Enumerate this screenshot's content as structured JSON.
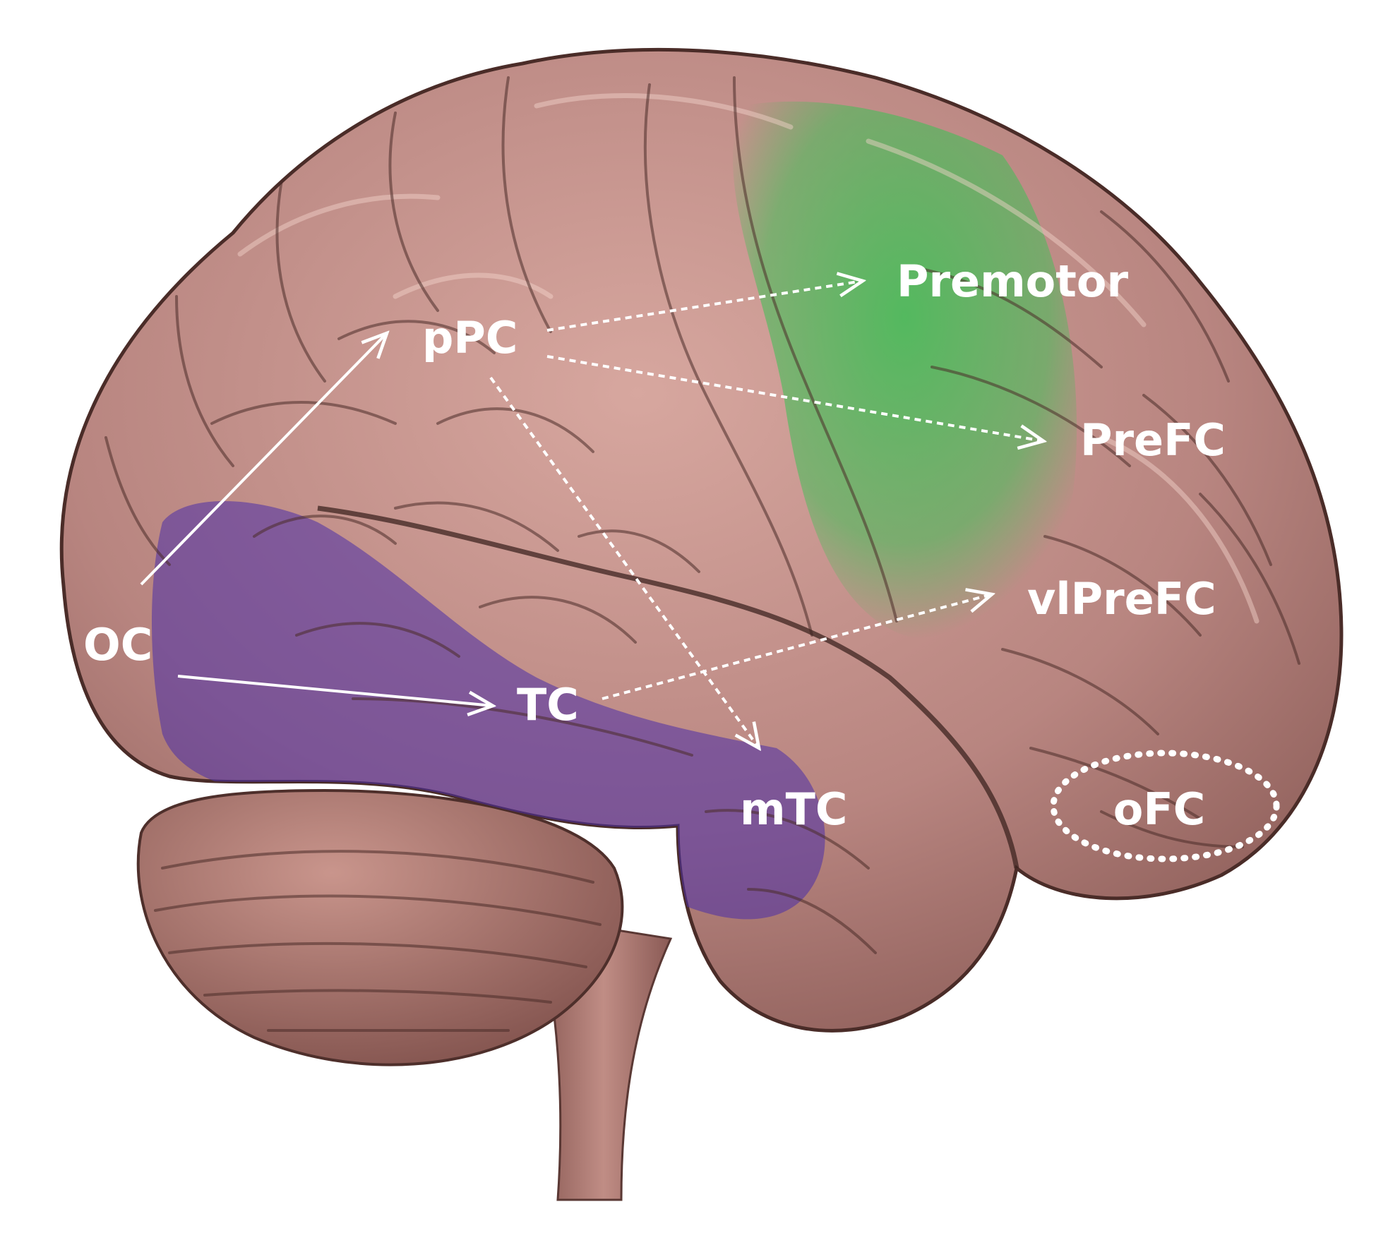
{
  "figure": {
    "labels": {
      "oc": "OC",
      "ppc": "pPC",
      "premotor": "Premotor",
      "prefc": "PreFC",
      "vlprefc": "vlPreFC",
      "tc": "TC",
      "mtc": "mTC",
      "ofc": "oFC"
    },
    "colors": {
      "cortex": "#b88580",
      "cortex_dark": "#7e524d",
      "cortex_light": "#dcb1a8",
      "dorsal_highlight": "#3fbf56",
      "ventral_highlight": "#4a2ea8",
      "arrow": "#ffffff"
    },
    "connections": [
      {
        "from": "OC",
        "to": "pPC",
        "style": "solid"
      },
      {
        "from": "OC",
        "to": "TC",
        "style": "solid"
      },
      {
        "from": "pPC",
        "to": "Premotor",
        "style": "dashed"
      },
      {
        "from": "pPC",
        "to": "PreFC",
        "style": "dashed"
      },
      {
        "from": "pPC",
        "to": "mTC",
        "style": "dashed"
      },
      {
        "from": "TC",
        "to": "vlPreFC",
        "style": "dashed"
      }
    ]
  }
}
